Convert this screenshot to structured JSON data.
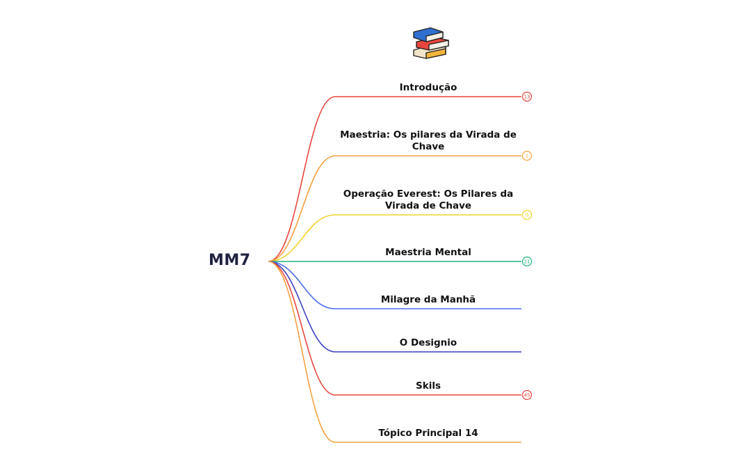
{
  "mindmap": {
    "root": {
      "label": "MM7",
      "icon": "books-stack-icon"
    },
    "branches": [
      {
        "label": "Introdução",
        "badge": "13",
        "color": "#e8453c"
      },
      {
        "label": "Maestria: Os pilares da Virada de Chave",
        "badge": "1",
        "color": "#f4a040"
      },
      {
        "label": "Operação Everest: Os  Pilares da Virada de Chave",
        "badge": "9",
        "color": "#f2d22b"
      },
      {
        "label": "Maestria Mental",
        "badge": "21",
        "color": "#1fb07a"
      },
      {
        "label": "Milagre da Manhã",
        "badge": "",
        "color": "#4a6cf0"
      },
      {
        "label": "O Designio",
        "badge": "",
        "color": "#3a3fbf"
      },
      {
        "label": "Skils",
        "badge": "45",
        "color": "#e8453c"
      },
      {
        "label": "Tópico Principal 14",
        "badge": "",
        "color": "#f4a040"
      }
    ]
  }
}
